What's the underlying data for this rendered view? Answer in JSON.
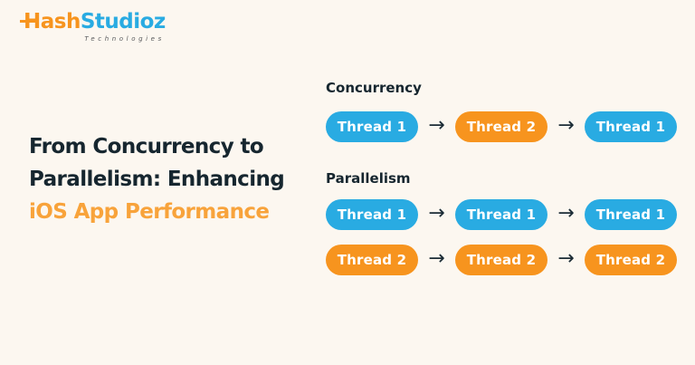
{
  "colors": {
    "background": "#FCF7F0",
    "pill_blue": "#29ABE2",
    "pill_orange": "#F7941E",
    "title_dark": "#16262F",
    "title_accent": "#F8A33B"
  },
  "logo": {
    "brand_first": "Hash",
    "brand_second": "Studioz",
    "tagline": "Technologies"
  },
  "title": {
    "line1": "From Concurrency to",
    "line2": "Parallelism: Enhancing",
    "line3": "iOS App Performance"
  },
  "diagram": {
    "arrow": "→",
    "sections": [
      {
        "label": "Concurrency",
        "rows": [
          {
            "pills": [
              {
                "label": "Thread 1",
                "color": "blue"
              },
              {
                "label": "Thread 2",
                "color": "orange"
              },
              {
                "label": "Thread 1",
                "color": "blue"
              }
            ]
          }
        ]
      },
      {
        "label": "Parallelism",
        "rows": [
          {
            "pills": [
              {
                "label": "Thread 1",
                "color": "blue"
              },
              {
                "label": "Thread 1",
                "color": "blue"
              },
              {
                "label": "Thread 1",
                "color": "blue"
              }
            ]
          },
          {
            "pills": [
              {
                "label": "Thread 2",
                "color": "orange"
              },
              {
                "label": "Thread 2",
                "color": "orange"
              },
              {
                "label": "Thread 2",
                "color": "orange"
              }
            ]
          }
        ]
      }
    ]
  }
}
